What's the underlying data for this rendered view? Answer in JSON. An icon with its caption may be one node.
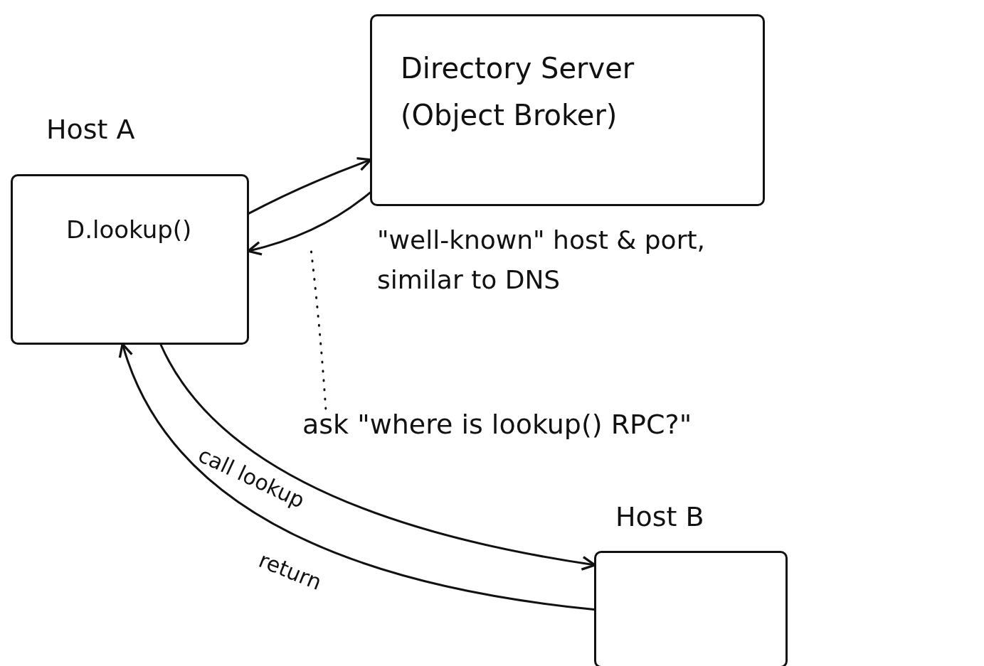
{
  "diagram": {
    "nodes": [
      {
        "text": [
          "Host A",
          "D.lookup()"
        ]
      },
      {
        "text": [
          "Directory Server (Object Broker)"
        ],
        "beside": [
          "\"well-known\" host & port, similar to DNS"
        ]
      },
      {
        "text": [
          "Host B"
        ]
      },
      {
        "text": [
          "ask \"where is lookup() RPC?\""
        ]
      }
    ],
    "edges": [
      {
        "from": 0,
        "to": 1,
        "arrow": "to"
      },
      {
        "from": 1,
        "to": 0,
        "arrow": "to"
      },
      {
        "from": 3,
        "to": null,
        "arrow": "none",
        "style": "dashed"
      },
      {
        "from": 0,
        "to": 2,
        "label": "call lookup",
        "arrow": "to"
      },
      {
        "from": 2,
        "to": 0,
        "label": "return",
        "arrow": "to"
      }
    ]
  }
}
